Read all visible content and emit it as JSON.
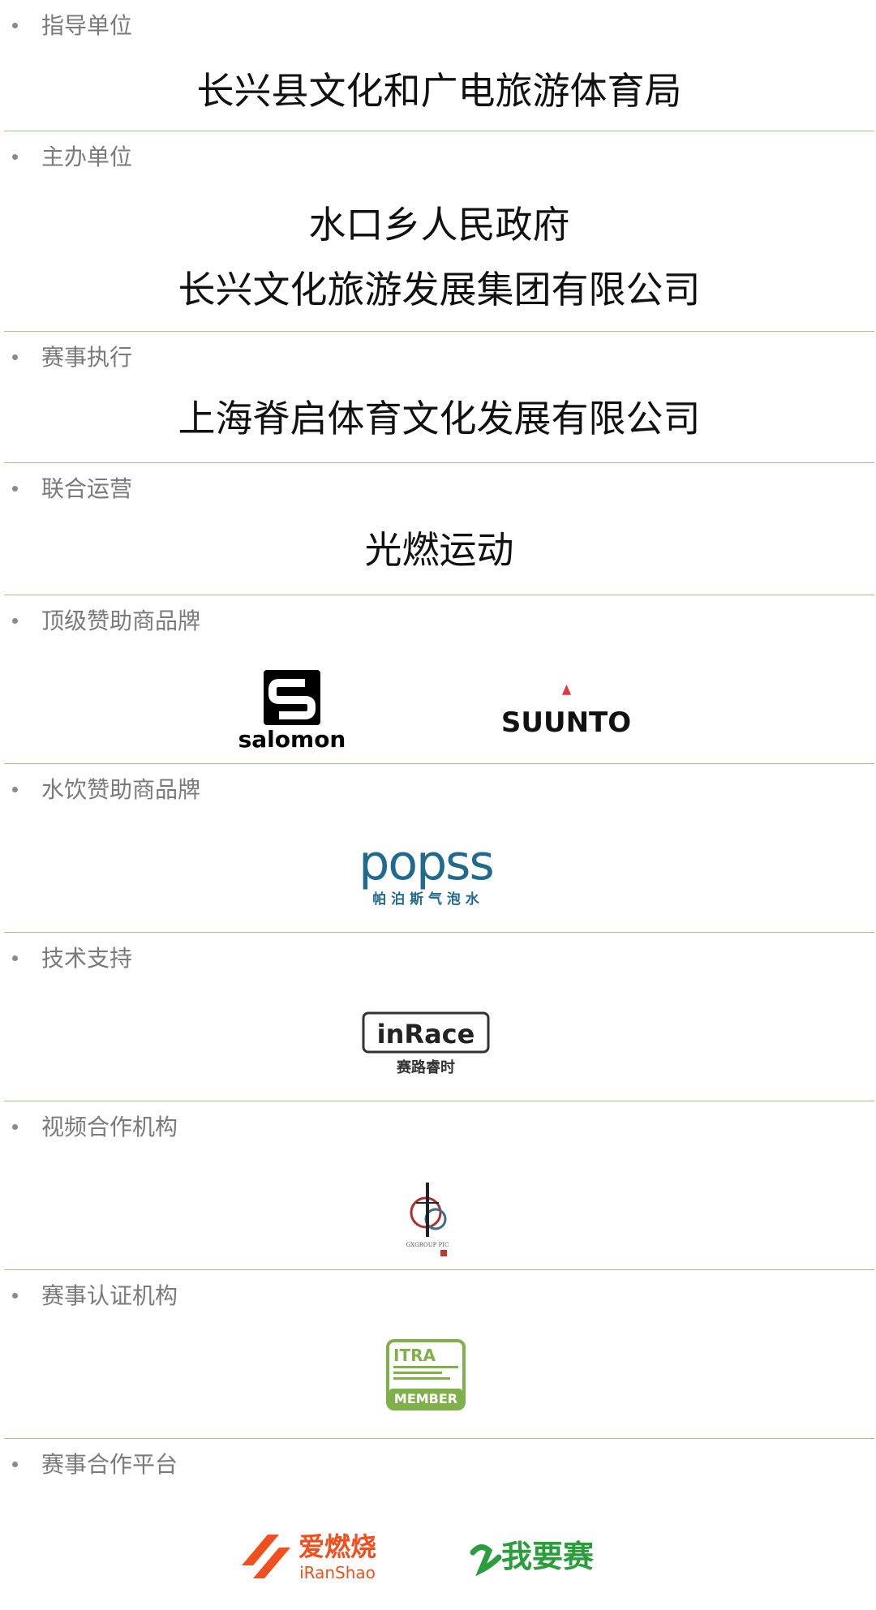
{
  "sections": [
    {
      "label": "指导单位",
      "orgs": [
        "长兴县文化和广电旅游体育局"
      ]
    },
    {
      "label": "主办单位",
      "orgs": [
        "水口乡人民政府",
        "长兴文化旅游发展集团有限公司"
      ]
    },
    {
      "label": "赛事执行",
      "orgs": [
        "上海脊启体育文化发展有限公司"
      ]
    },
    {
      "label": "联合运营",
      "orgs": [
        "光燃运动"
      ]
    },
    {
      "label": "顶级赞助商品牌",
      "logos": [
        {
          "icon": "salomon-logo",
          "text": "salomon"
        },
        {
          "icon": "suunto-logo",
          "text": "SUUNTO"
        }
      ]
    },
    {
      "label": "水饮赞助商品牌",
      "logos": [
        {
          "icon": "popss-logo",
          "text": "popss",
          "subtext": "帕 泊 斯 气 泡 水"
        }
      ]
    },
    {
      "label": "技术支持",
      "logos": [
        {
          "icon": "inrace-logo",
          "text": "inRace",
          "subtext": "赛路睿时"
        }
      ]
    },
    {
      "label": "视频合作机构",
      "logos": [
        {
          "icon": "gxgroup-pic-logo",
          "text": "GXGROUP PIC"
        }
      ]
    },
    {
      "label": "赛事认证机构",
      "logos": [
        {
          "icon": "itra-member-logo",
          "text": "ITRA",
          "subtext": "MEMBER"
        }
      ]
    },
    {
      "label": "赛事合作平台",
      "logos": [
        {
          "icon": "iranshao-logo",
          "text": "爱燃烧",
          "subtext": "iRanShao"
        },
        {
          "icon": "wyaosai-logo",
          "text": "我要赛"
        }
      ]
    }
  ],
  "colors": {
    "divider": "#9ccc88",
    "label": "#7a7a7a",
    "popss": "#1f6a8e",
    "inrace_accent": "#e8542a",
    "suunto_red": "#e8323c",
    "itra_green": "#7fb04a",
    "iranshao_orange": "#f0501e",
    "wyaosai_green": "#2a9d3c"
  }
}
